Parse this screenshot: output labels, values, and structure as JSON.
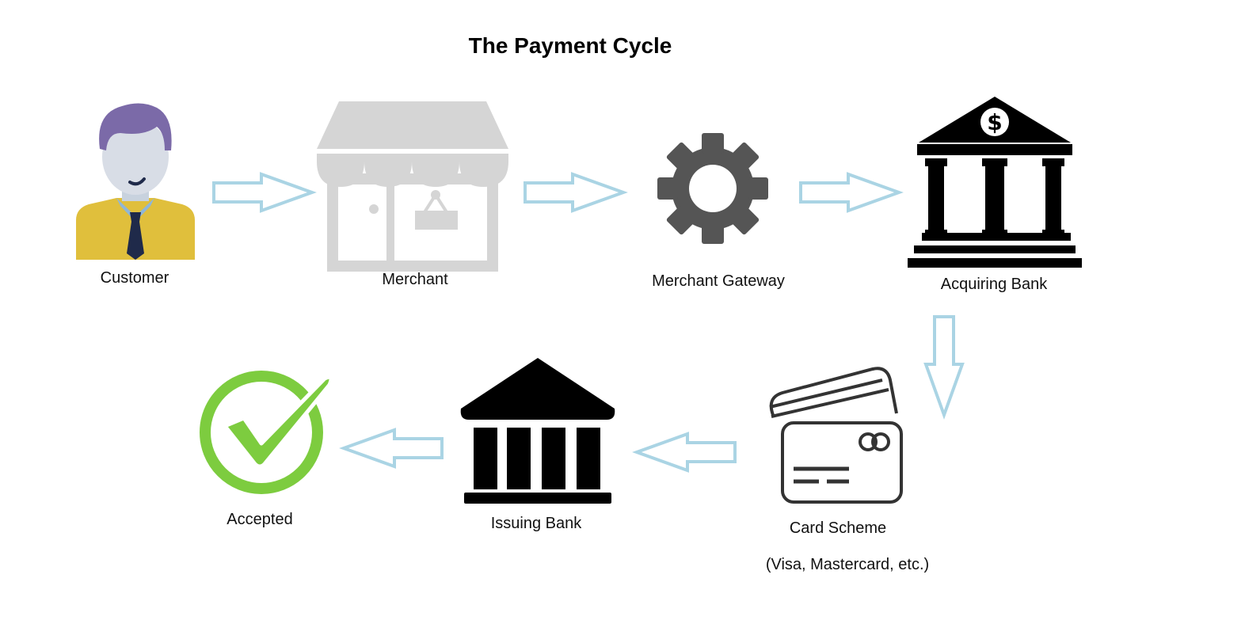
{
  "title": "The Payment Cycle",
  "colors": {
    "arrow_fill": "#ffffff",
    "arrow_stroke": "#aad4e4",
    "customer_hair": "#7b6aa8",
    "customer_shirt": "#e0bf3c",
    "customer_tie": "#1f2a4a",
    "store_gray": "#d5d5d5",
    "gear_gray": "#555555",
    "bank_black": "#000000",
    "card_outline": "#333333",
    "check_green": "#7dcc3f"
  },
  "nodes": [
    {
      "id": "customer",
      "label": "Customer",
      "icon": "customer-icon"
    },
    {
      "id": "merchant",
      "label": "Merchant",
      "icon": "storefront-icon"
    },
    {
      "id": "gateway",
      "label": "Merchant Gateway",
      "icon": "gear-icon"
    },
    {
      "id": "acquiring",
      "label": "Acquiring Bank",
      "icon": "bank-dollar-icon"
    },
    {
      "id": "scheme",
      "label": "Card Scheme",
      "sublabel": "(Visa, Mastercard, etc.)",
      "icon": "credit-cards-icon"
    },
    {
      "id": "issuing",
      "label": "Issuing Bank",
      "icon": "bank-icon"
    },
    {
      "id": "accepted",
      "label": "Accepted",
      "icon": "checkmark-icon"
    }
  ],
  "edges": [
    {
      "from": "customer",
      "to": "merchant"
    },
    {
      "from": "merchant",
      "to": "gateway"
    },
    {
      "from": "gateway",
      "to": "acquiring"
    },
    {
      "from": "acquiring",
      "to": "scheme"
    },
    {
      "from": "scheme",
      "to": "issuing"
    },
    {
      "from": "issuing",
      "to": "accepted"
    }
  ]
}
